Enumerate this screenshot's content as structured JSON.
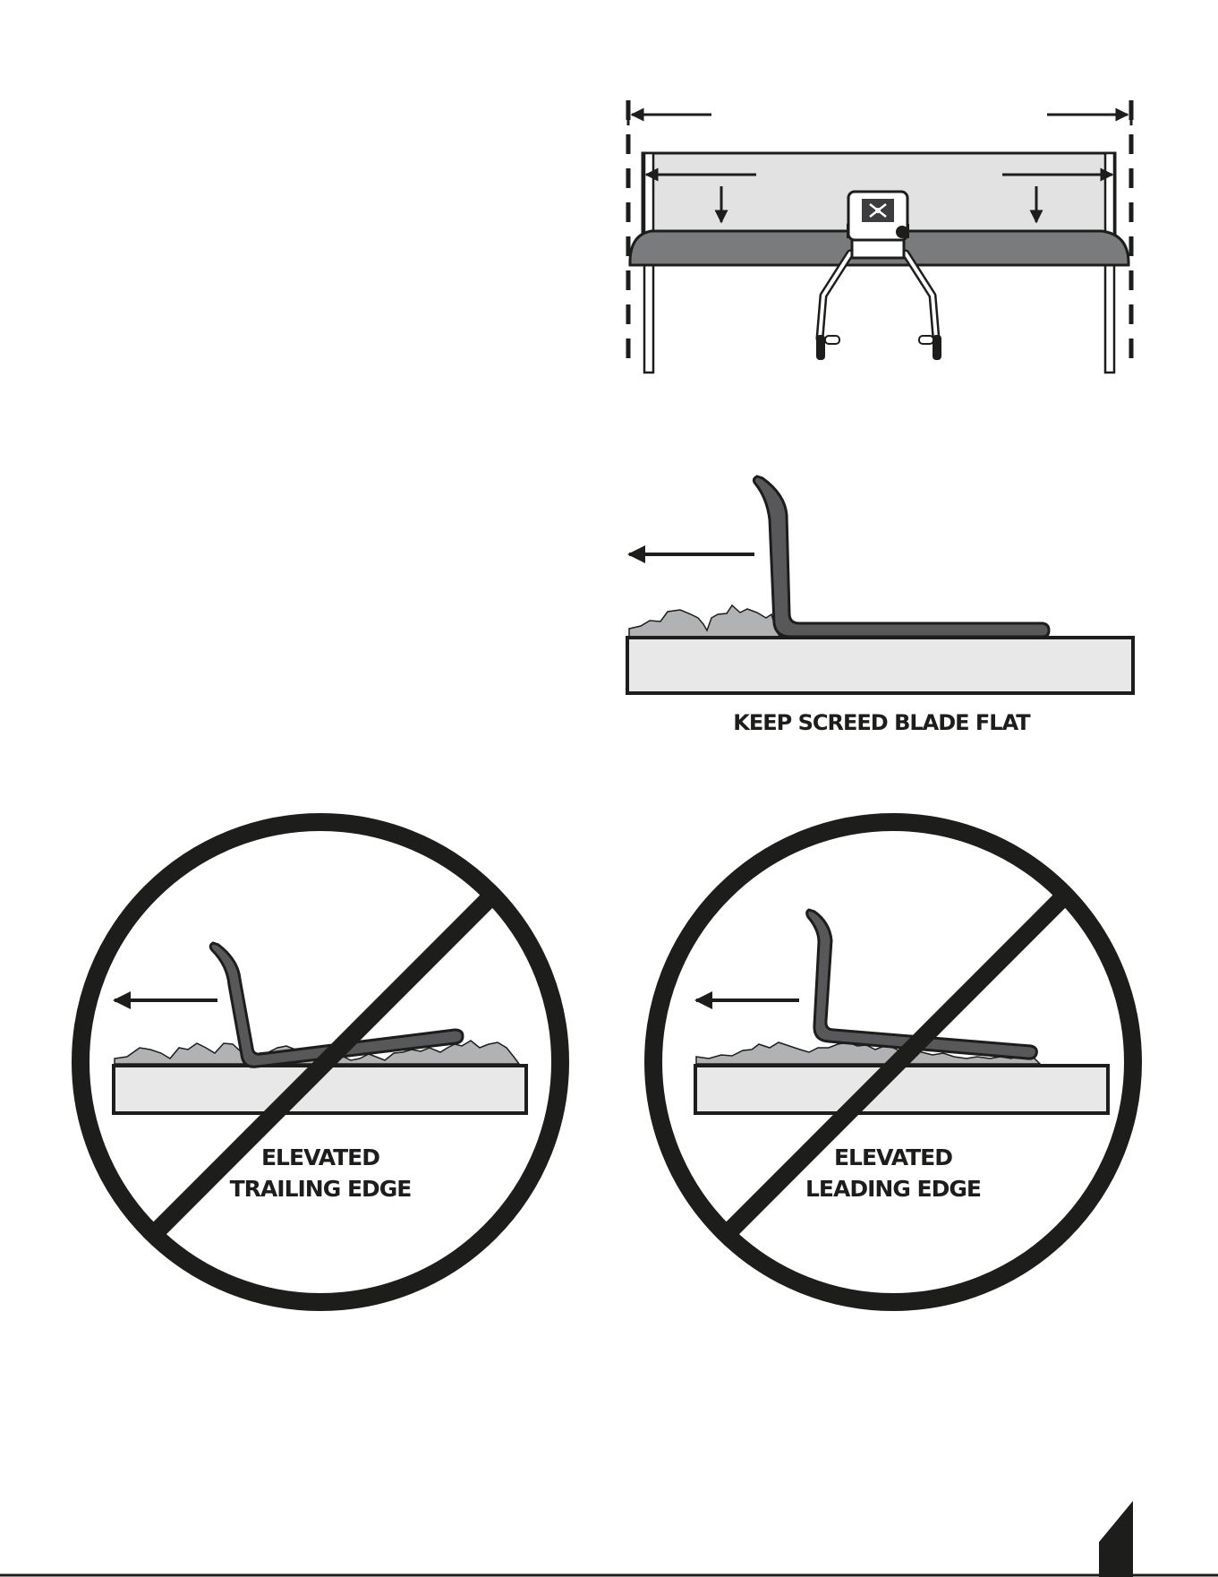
{
  "colors": {
    "ink": "#1d1d1b",
    "blade_fill": "#7a7b7d",
    "slab_fill": "#e8e8e8",
    "panel_fill": "#e2e2e2",
    "material_fill": "#b1b2b4",
    "bracket_fill": "#58585a",
    "logo_fill": "#3d3d3f"
  },
  "diagrams": {
    "top_view": {
      "name": "screed-top-view-diagram"
    },
    "flat_blade": {
      "caption": "KEEP SCREED BLADE FLAT"
    },
    "trailing_edge": {
      "caption_line1": "ELEVATED",
      "caption_line2": "TRAILING EDGE"
    },
    "leading_edge": {
      "caption_line1": "ELEVATED",
      "caption_line2": "LEADING EDGE"
    }
  },
  "icons": {
    "direction_arrow": "left-arrow-icon",
    "prohibition": "prohibited-sign-icon",
    "logo": "crossed-tools-logo-icon",
    "page_tab": "page-tab-icon"
  }
}
